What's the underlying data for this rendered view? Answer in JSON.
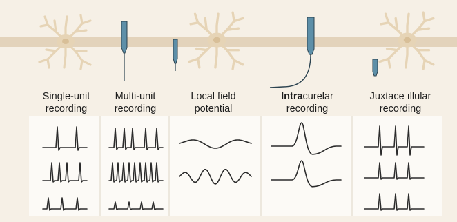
{
  "colors": {
    "background": "#f6f0e6",
    "axon": "#e3d3bb",
    "neuron": "#e6d4b6",
    "soma": "#d8bf98",
    "panel": "#fcfaf6",
    "divider": "#e8e2d6",
    "electrode_body": "#5d8fa8",
    "electrode_outline": "#2c4350",
    "trace": "#2b2b2b",
    "text": "#1e1e1e"
  },
  "neuron_icon": "neuron-icon",
  "electrode_icon": "electrode-icon",
  "techniques": [
    {
      "line1": "Single-unit",
      "line2": "recording",
      "trace_rows": [
        "spikes",
        "spikes",
        "spikes"
      ]
    },
    {
      "line1": "Multi-unit",
      "line2": "recording",
      "trace_rows": [
        "spikes",
        "spikes",
        "spikes"
      ]
    },
    {
      "line1": "Local field",
      "line2": "potential",
      "trace_rows": [
        "wave",
        "wave"
      ]
    },
    {
      "line1_bold": "Intra",
      "line1": "curelar",
      "line2": "recording",
      "trace_rows": [
        "action-potential",
        "action-potential"
      ]
    },
    {
      "line1": "Juxtace ıllular",
      "line2": "recording",
      "trace_rows": [
        "spikes",
        "spikes",
        "spikes"
      ]
    }
  ]
}
